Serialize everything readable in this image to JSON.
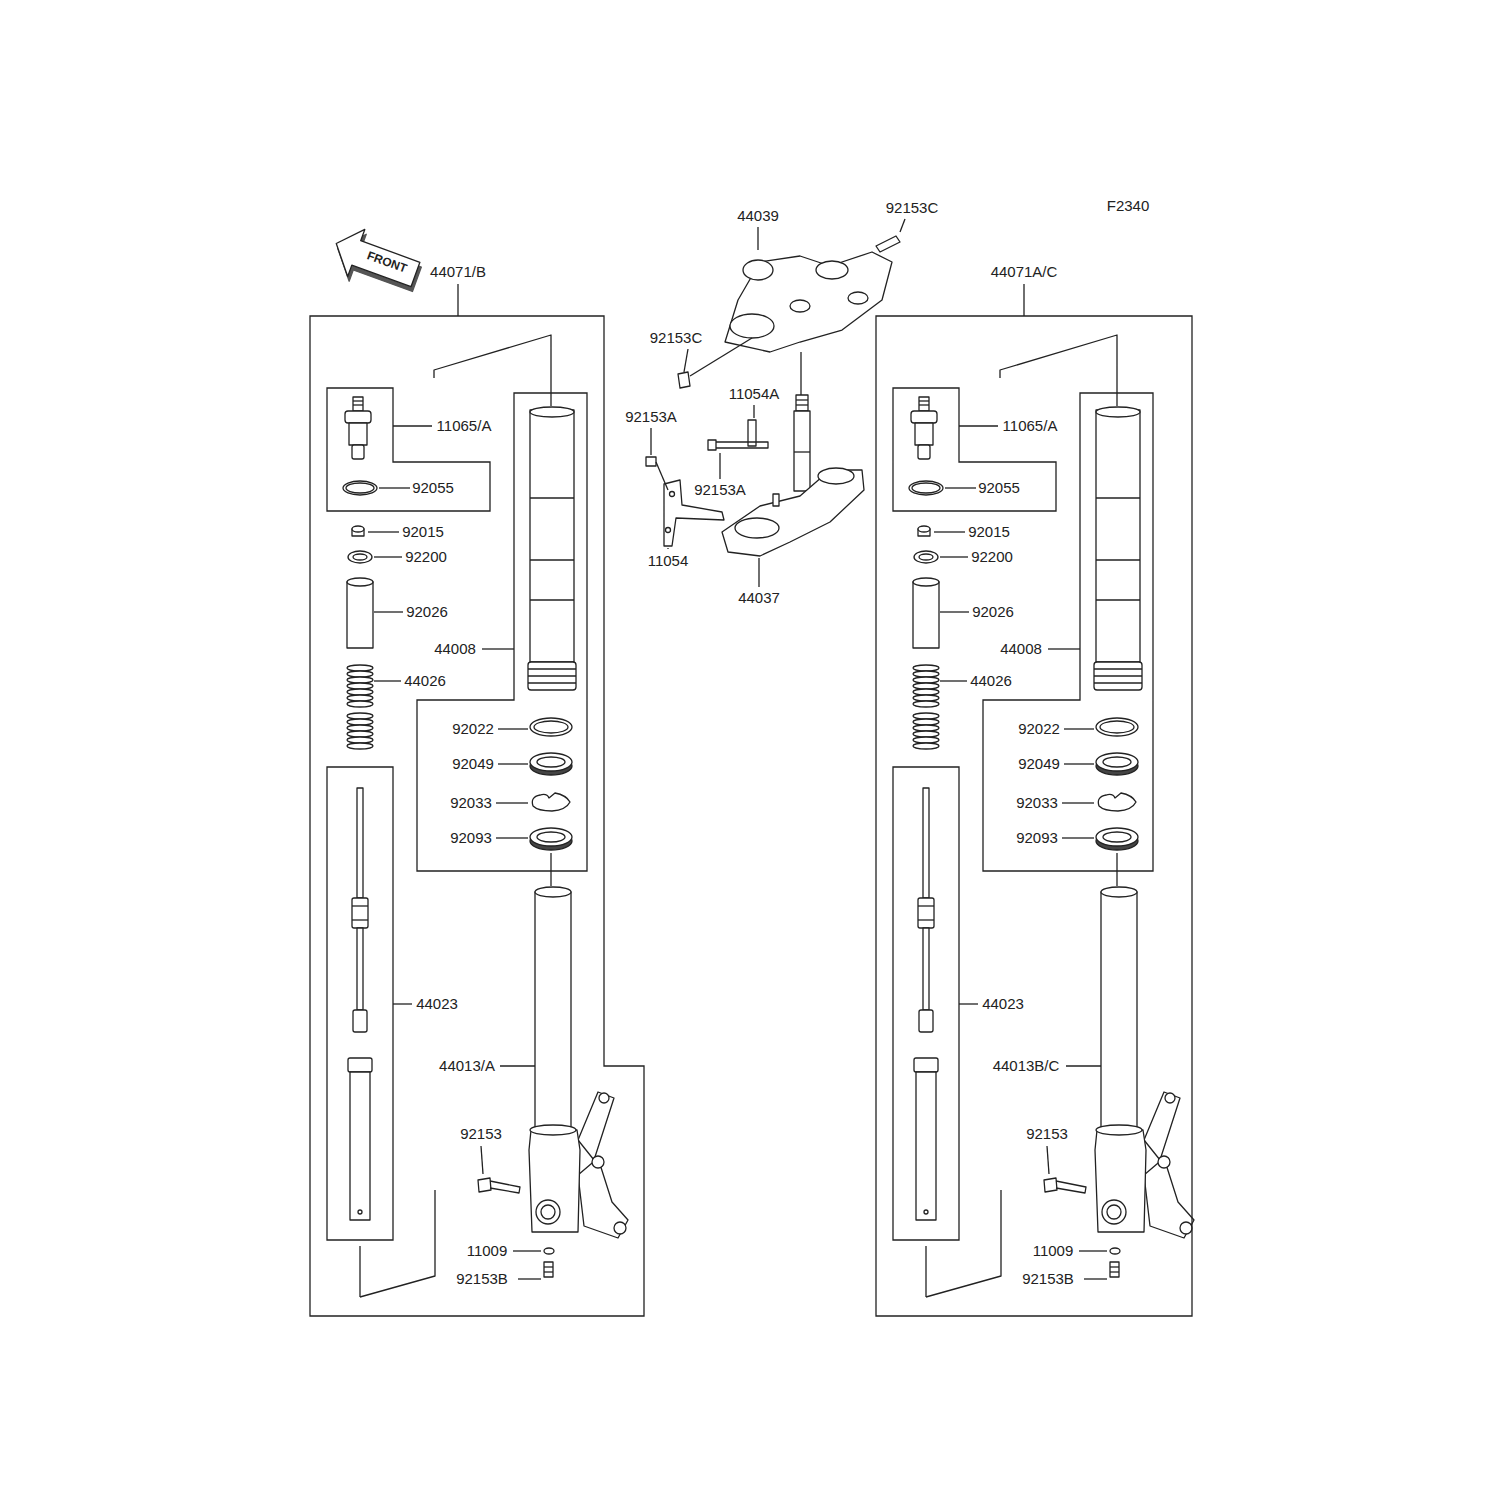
{
  "diagram": {
    "nodes": [
      {
        "text": [
          "44071/B"
        ]
      },
      {
        "text": [
          "11065/A",
          "92055"
        ],
        "in": 0
      },
      {
        "text": [
          "44008",
          "92022",
          "92049",
          "92033",
          "92093"
        ],
        "in": 0
      },
      {
        "text": [
          "44023"
        ],
        "in": 0
      },
      {
        "text": [
          "44071A/C"
        ]
      },
      {
        "text": [
          "11065/A",
          "92055"
        ],
        "in": 4
      },
      {
        "text": [
          "44008",
          "92022",
          "92049",
          "92033",
          "92093"
        ],
        "in": 4
      },
      {
        "text": [
          "44023"
        ],
        "in": 4
      }
    ],
    "labels": [
      "F2340",
      "FRONT",
      "44039",
      "92153C",
      "92153C",
      "11054A",
      "92153A",
      "92153A",
      "11054",
      "44037",
      "92015",
      "92200",
      "92026",
      "44026",
      "44013/A",
      "92153",
      "11009",
      "92153B",
      "92015",
      "92200",
      "92026",
      "44026",
      "44013B/C",
      "92153",
      "11009",
      "92153B"
    ]
  }
}
